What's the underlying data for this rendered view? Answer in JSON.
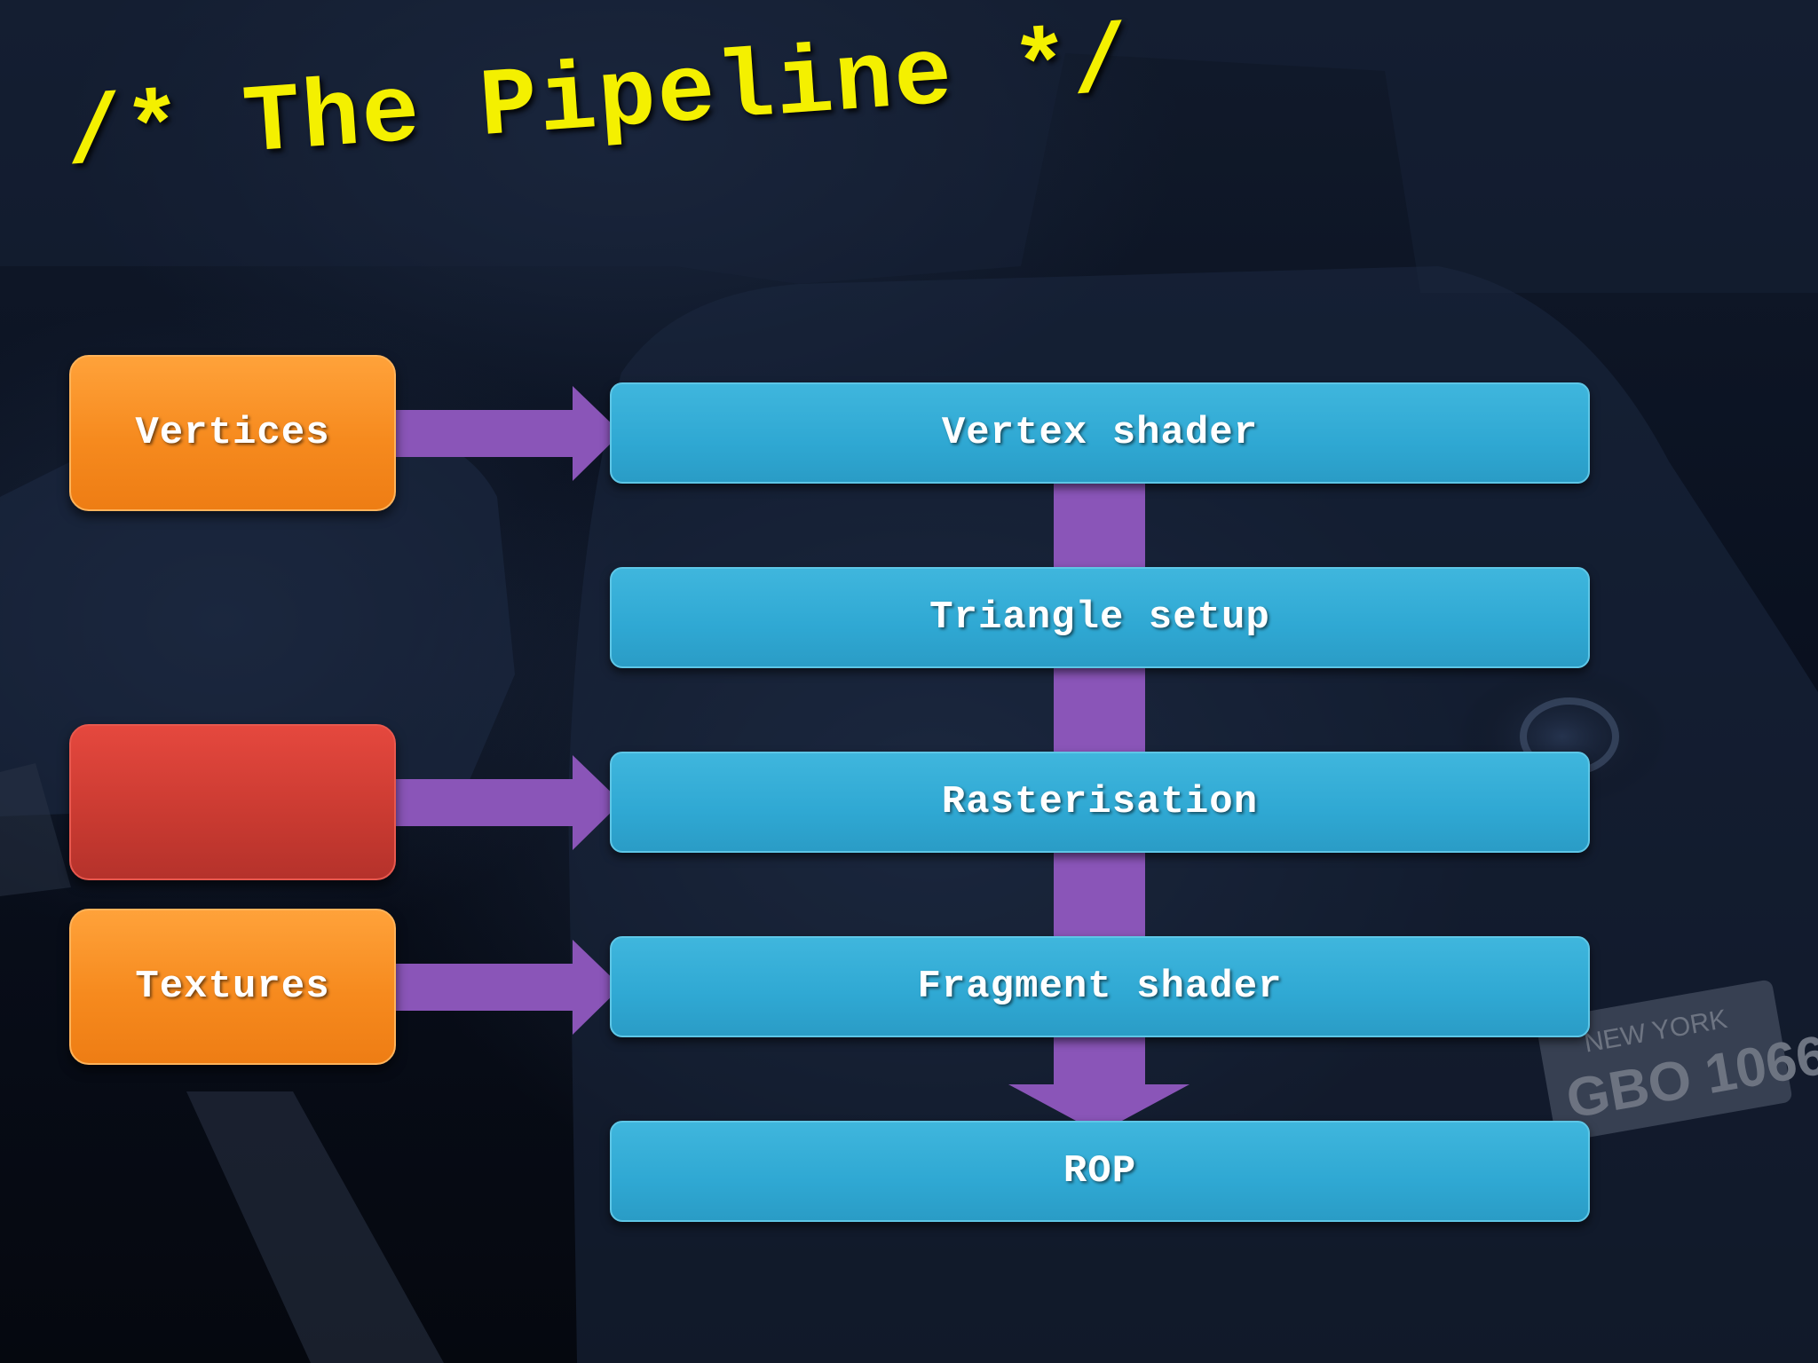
{
  "title": "/* The Pipeline */",
  "inputs": [
    {
      "label": "Vertices",
      "color": "#f68a1e"
    },
    {
      "label": "",
      "color": "#c93a31"
    },
    {
      "label": "Textures",
      "color": "#f68a1e"
    }
  ],
  "stages": [
    {
      "label": "Vertex shader"
    },
    {
      "label": "Triangle setup"
    },
    {
      "label": "Rasterisation"
    },
    {
      "label": "Fragment shader"
    },
    {
      "label": "ROP"
    }
  ],
  "colors": {
    "title": "#f4f000",
    "stage": "#2fa8d3",
    "arrow": "#8a55b8"
  }
}
